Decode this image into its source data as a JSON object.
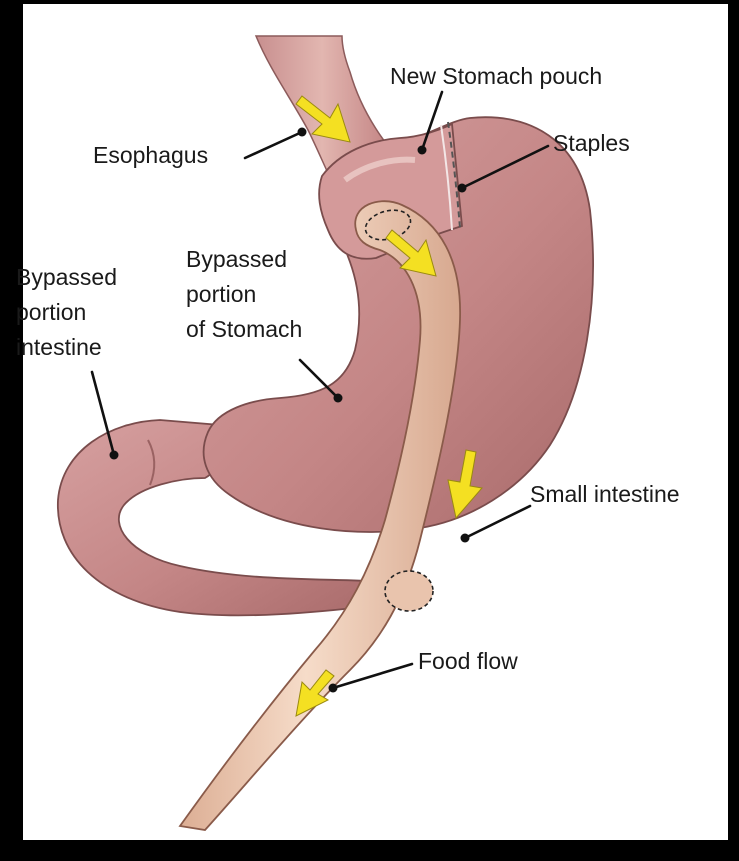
{
  "labels": {
    "new_stomach_pouch": "New Stomach pouch",
    "esophagus": "Esophagus",
    "staples": "Staples",
    "bypassed_intestine": [
      "Bypassed",
      "portion",
      "intestine"
    ],
    "bypassed_stomach": [
      "Bypassed",
      "portion",
      "of Stomach"
    ],
    "small_intestine": "Small intestine",
    "food_flow": "Food flow"
  },
  "colors": {
    "background": "#000000",
    "panel": "#ffffff",
    "stomach": "#c98d8d",
    "stomach_shade": "#b37474",
    "intestine": "#f2d2bd",
    "intestine_shade": "#dcae94",
    "arrow": "#f4e022",
    "text": "#1a1a1a"
  },
  "icons": {
    "flow_arrow": "yellow-flow-arrow-icon"
  }
}
